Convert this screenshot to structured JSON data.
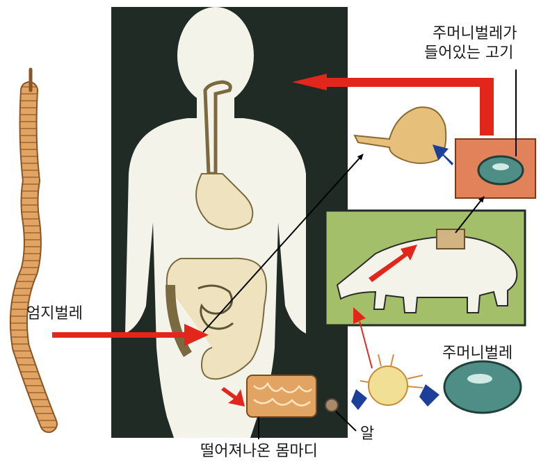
{
  "labels": {
    "cyst_meat_line1": "주머니벌레가",
    "cyst_meat_line2": "들어있는 고기",
    "adult_tapeworm": "엄지벌레",
    "cysticercus": "주머니벌레",
    "egg": "알",
    "proglottid": "떨어져나온 몸마디"
  },
  "icons": [
    "human-silhouette",
    "adult-tapeworm",
    "pig",
    "meat-chunk",
    "scolex",
    "egg",
    "oncosphere",
    "cysticercus",
    "proglottid"
  ],
  "colors": {
    "background": "#ffffff",
    "panel_dark": "#1f2b24",
    "human_body": "#f4f3ea",
    "organ": "#efe3bf",
    "tapeworm": "#dd9a55",
    "pig_field": "#a4bf6a",
    "arrow_red": "#e3261b",
    "arrow_blue": "#1d3f9a",
    "cyst": "#4f8e86"
  }
}
